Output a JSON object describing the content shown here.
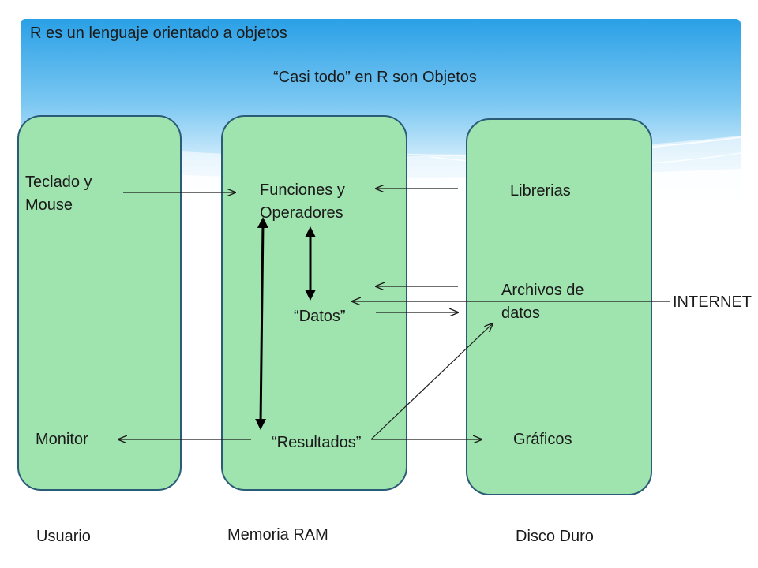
{
  "header": {
    "line1": "R es un lenguaje orientado a objetos",
    "line2": "“Casi todo” en R son Objetos"
  },
  "columns": {
    "usuario": {
      "caption": "Usuario",
      "input": "Teclado  y Mouse",
      "output": "Monitor"
    },
    "memoria": {
      "caption": "Memoria RAM",
      "funciones": "Funciones y Operadores",
      "datos": "“Datos”",
      "resultados": "“Resultados”"
    },
    "disco": {
      "caption": "Disco Duro",
      "librerias": "Librerias",
      "archivos": "Archivos de datos",
      "graficos": "Gráficos"
    }
  },
  "external": {
    "internet": "INTERNET"
  },
  "colors": {
    "box_fill": "#9fe3ae",
    "box_border": "#2a5c78",
    "banner_top": "#2aa0e6",
    "banner_bottom": "#ffffff"
  }
}
